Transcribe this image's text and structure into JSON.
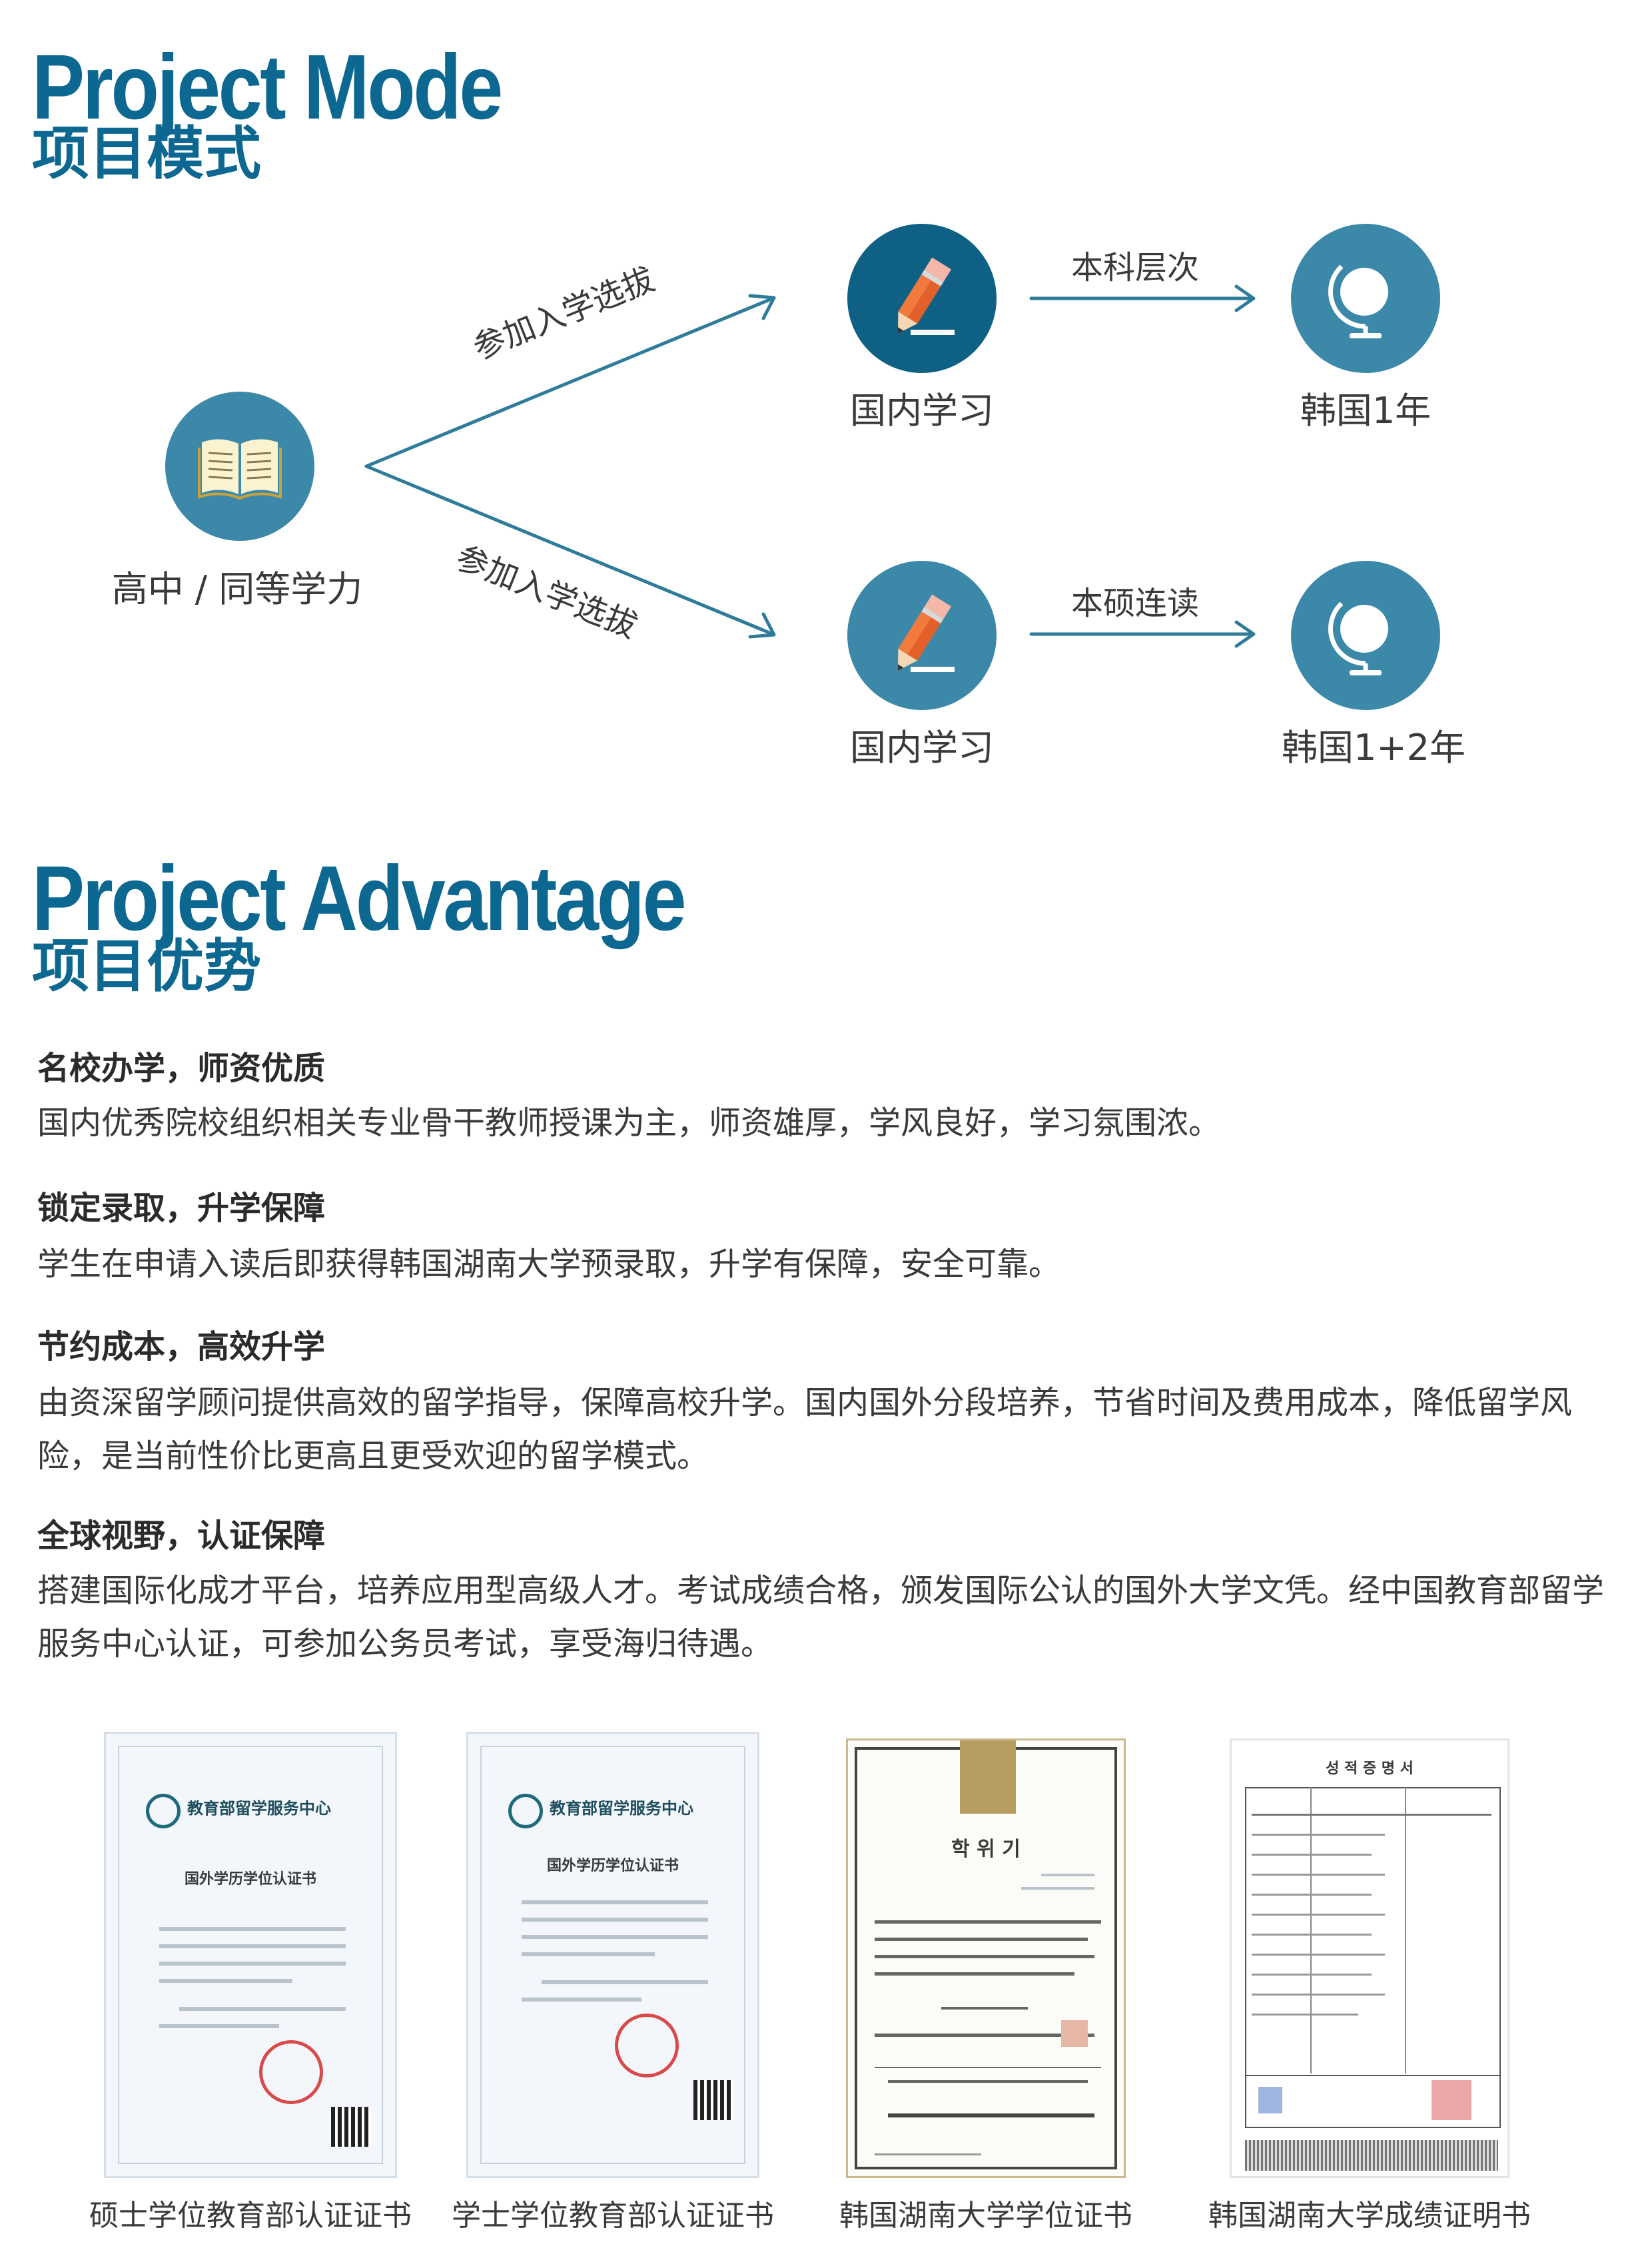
{
  "mode": {
    "title_en": "Project Mode",
    "title_cn": "项目模式",
    "nodes": {
      "start": {
        "label": "高中 / 同等学力",
        "icon": "open-book-icon"
      },
      "top_study": {
        "label": "国内学习",
        "icon": "pencil-icon"
      },
      "top_korea": {
        "label": "韩国1年",
        "icon": "globe-icon"
      },
      "bottom_study": {
        "label": "国内学习",
        "icon": "pencil-icon"
      },
      "bottom_korea": {
        "label": "韩国1+2年",
        "icon": "globe-icon"
      }
    },
    "edges": {
      "upper_selection": "参加入学选拔",
      "lower_selection": "参加入学选拔",
      "bachelor": "本科层次",
      "bachelor_master": "本硕连读"
    },
    "colors": {
      "accent": "#0c6791",
      "node_light": "#3b88a9",
      "node_dark": "#0e6184"
    }
  },
  "advantage": {
    "title_en": "Project Advantage",
    "title_cn": "项目优势",
    "items": [
      {
        "heading": "名校办学，师资优质",
        "body": "国内优秀院校组织相关专业骨干教师授课为主，师资雄厚，学风良好，学习氛围浓。"
      },
      {
        "heading": "锁定录取，升学保障",
        "body": "学生在申请入读后即获得韩国湖南大学预录取，升学有保障，安全可靠。"
      },
      {
        "heading": "节约成本，高效升学",
        "body": "由资深留学顾问提供高效的留学指导，保障高校升学。国内国外分段培养，节省时间及费用成本，降低留学风险，是当前性价比更高且更受欢迎的留学模式。"
      },
      {
        "heading": "全球视野，认证保障",
        "body": "搭建国际化成才平台，培养应用型高级人才。考试成绩合格，颁发国际公认的国外大学文凭。经中国教育部留学服务中心认证，可参加公务员考试，享受海归待遇。"
      }
    ]
  },
  "certificates": [
    {
      "caption": "硕士学位教育部认证证书",
      "org": "教育部留学服务中心",
      "doc_title": "国外学历学位认证书"
    },
    {
      "caption": "学士学位教育部认证证书",
      "org": "教育部留学服务中心",
      "doc_title": "国外学历学位认证书"
    },
    {
      "caption": "韩国湖南大学学位证书",
      "doc_title": "학 위 기"
    },
    {
      "caption": "韩国湖南大学成绩证明书",
      "doc_title": "성 적 증 명 서"
    }
  ]
}
